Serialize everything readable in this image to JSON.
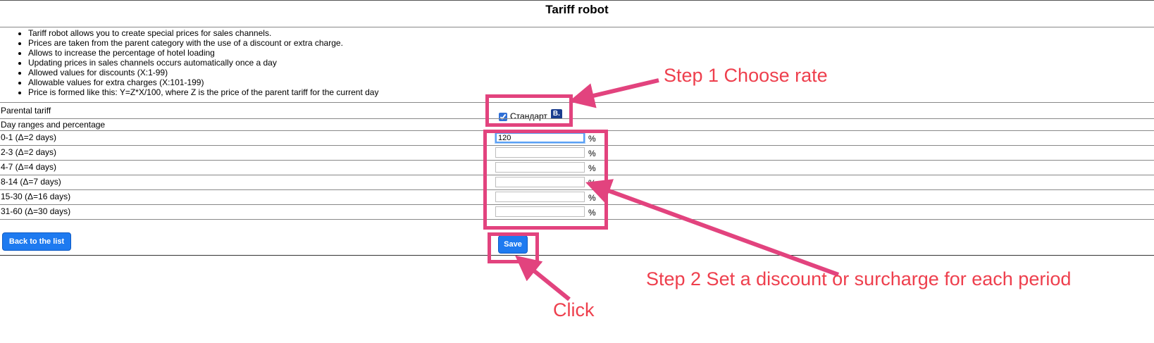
{
  "page": {
    "title": "Tariff robot",
    "info": [
      "Tariff robot allows you to create special prices for sales channels.",
      "Prices are taken from the parent category with the use of a discount or extra charge.",
      "Allows to increase the percentage of hotel loading",
      "Updating prices in sales channels occurs automatically once a day",
      "Allowed values for discounts (X:1-99)",
      "Allowable values for extra charges (X:101-199)",
      "Price is formed like this: Y=Z*X/100, where Z is the price of the parent tariff for the current day"
    ]
  },
  "form": {
    "parental_label": "Parental tariff",
    "tariff_name": "Стандарт",
    "tariff_checked": true,
    "badge_text": "B.",
    "ranges_label": "Day ranges and percentage",
    "percent_sign": "%",
    "ranges": [
      {
        "label": "0-1 (Δ=2 days)",
        "value": "120"
      },
      {
        "label": "2-3 (Δ=2 days)",
        "value": ""
      },
      {
        "label": "4-7 (Δ=4 days)",
        "value": ""
      },
      {
        "label": "8-14 (Δ=7 days)",
        "value": ""
      },
      {
        "label": "15-30 (Δ=16 days)",
        "value": ""
      },
      {
        "label": "31-60 (Δ=30 days)",
        "value": ""
      }
    ]
  },
  "buttons": {
    "back_label": "Back to the list",
    "save_label": "Save"
  },
  "annotations": {
    "step1": "Step 1 Choose rate",
    "step2": "Step 2 Set a discount or surcharge for each period",
    "click": "Click",
    "color": "#e2437e",
    "text_color": "#ee3f4d"
  },
  "colors": {
    "button": "#1e7af0",
    "focus": "#5aa0f5",
    "badge": "#1a3c8f"
  }
}
